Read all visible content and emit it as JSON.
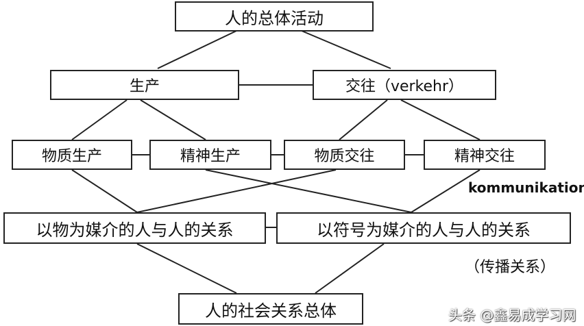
{
  "nodes": {
    "whole_activity": "人的总体活动",
    "production": "生产",
    "intercourse": "交往（verkehr）",
    "material_production": "物质生产",
    "spiritual_production": "精神生产",
    "material_intercourse": "物质交往",
    "spiritual_intercourse": "精神交往",
    "material_mediated_relation": "以物为媒介的人与人的关系",
    "symbol_mediated_relation": "以符号为媒介的人与人的关系",
    "social_relations_total": "人的社会关系总体"
  },
  "annotations": {
    "kommunikation": "kommunikation",
    "communication_relation": "（传播关系）"
  },
  "watermark": {
    "text": "头条 @鑫易成学习网"
  }
}
